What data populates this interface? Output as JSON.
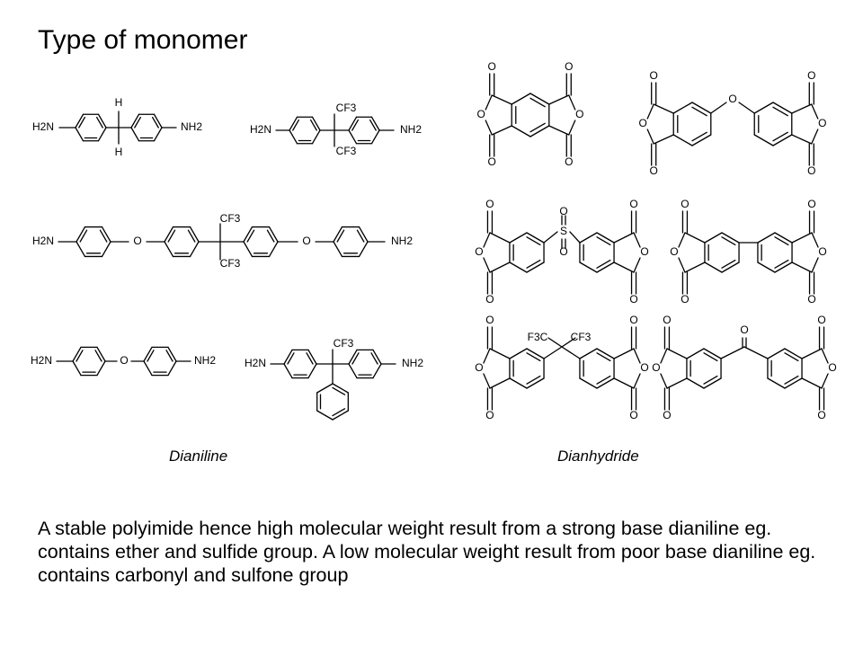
{
  "slide": {
    "title": "Type of monomer",
    "label_dianiline": "Dianiline",
    "label_dianhydride": "Dianhydride",
    "description": "A stable polyimide hence high molecular weight result from a strong base dianiline eg. contains ether and sulfide group. A low molecular weight result from poor base dianiline eg. contains carbonyl and sulfone group"
  },
  "atoms": {
    "amine": "H2N",
    "amine_right": "NH2",
    "trifluoromethyl": "CF3",
    "trifluoromethyl_left": "F3C",
    "hydrogen": "H",
    "oxygen": "O",
    "sulfur": "S"
  }
}
